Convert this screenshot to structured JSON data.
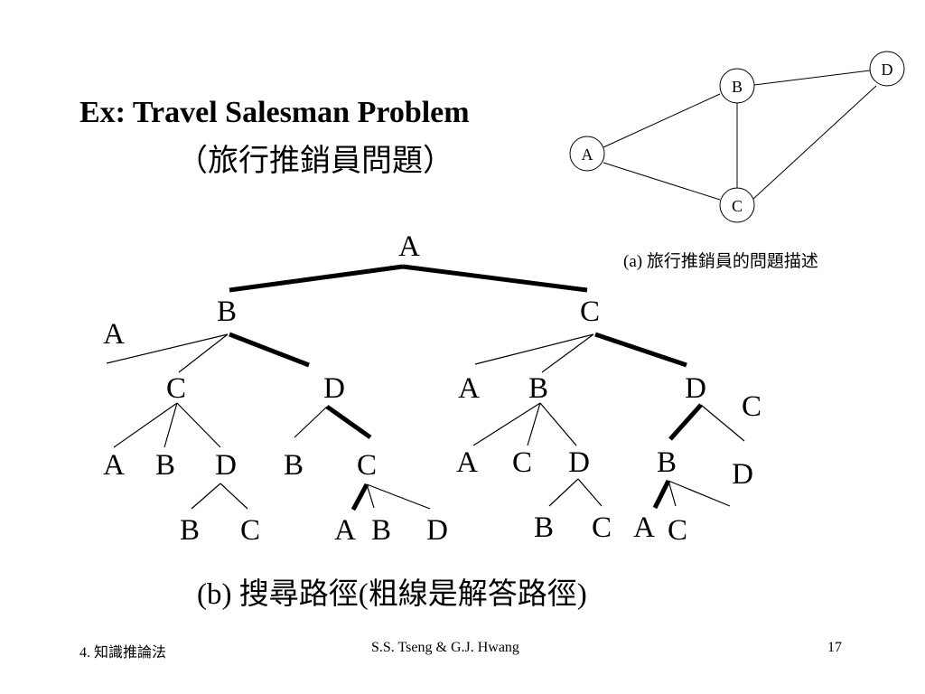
{
  "slide": {
    "title": "Ex: Travel Salesman Problem",
    "subtitle": "（旅行推銷員問題）"
  },
  "graph": {
    "nodes": [
      "A",
      "B",
      "C",
      "D"
    ],
    "edges": [
      [
        "A",
        "B"
      ],
      [
        "A",
        "C"
      ],
      [
        "B",
        "C"
      ],
      [
        "B",
        "D"
      ],
      [
        "C",
        "D"
      ]
    ],
    "caption": "(a) 旅行推銷員的問題描述"
  },
  "tree": {
    "root": "A",
    "level1": [
      "B",
      "C"
    ],
    "side_labels": [
      "A",
      "A",
      "C",
      "D"
    ],
    "level2": [
      "C",
      "D",
      "B",
      "D"
    ],
    "level3": [
      "A",
      "B",
      "D",
      "B",
      "C",
      "A",
      "C",
      "D",
      "B"
    ],
    "level4": [
      "B",
      "C",
      "A",
      "B",
      "D",
      "B",
      "C",
      "A",
      "C"
    ],
    "solution_path": [
      "A",
      "B",
      "D",
      "C",
      "A",
      "C",
      "D",
      "B",
      "A",
      "C"
    ],
    "caption": "(b) 搜尋路徑(粗線是解答路徑)"
  },
  "footer": {
    "left": "4. 知識推論法",
    "center": "S.S. Tseng & G.J. Hwang",
    "page": "17"
  }
}
